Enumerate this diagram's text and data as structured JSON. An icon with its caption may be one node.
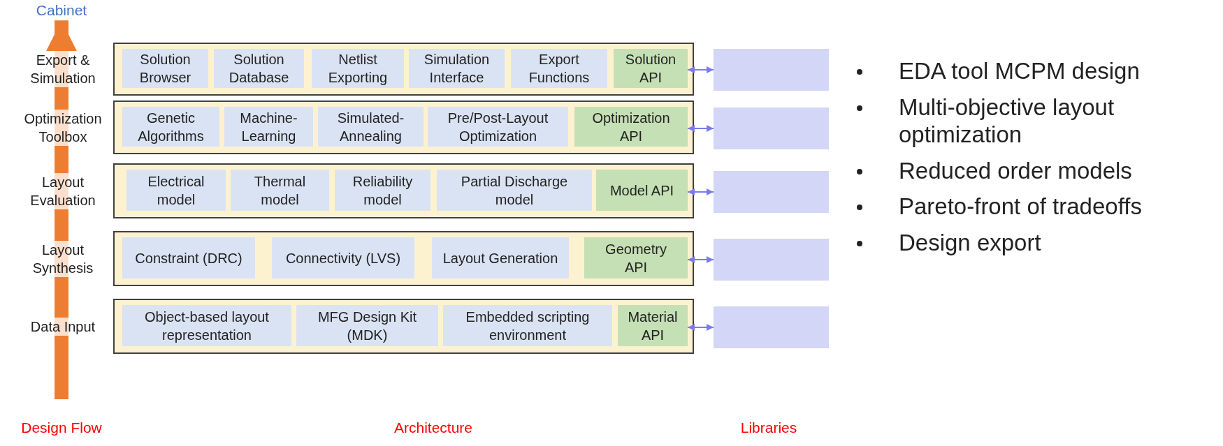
{
  "diagram": {
    "nodes": [
      {
        "text": [
          "Cabinet"
        ]
      },
      {
        "text": [
          "Export & Simulation"
        ]
      },
      {
        "text": [
          "Solution Browser"
        ],
        "in": 1
      },
      {
        "text": [
          "Solution Database"
        ],
        "in": 1
      },
      {
        "text": [
          "Netlist Exporting"
        ],
        "in": 1
      },
      {
        "text": [
          "Simulation Interface"
        ],
        "in": 1
      },
      {
        "text": [
          "Export Functions"
        ],
        "in": 1
      },
      {
        "text": [
          "Solution API"
        ],
        "in": 1
      },
      {
        "text": [],
        "shape": "box"
      },
      {
        "text": [
          "Optimization Toolbox"
        ]
      },
      {
        "text": [
          "Genetic Algorithms"
        ],
        "in": 9
      },
      {
        "text": [
          "Machine-Learning"
        ],
        "in": 9
      },
      {
        "text": [
          "Simulated-Annealing"
        ],
        "in": 9
      },
      {
        "text": [
          "Pre/Post-Layout Optimization"
        ],
        "in": 9
      },
      {
        "text": [
          "Optimization API"
        ],
        "in": 9
      },
      {
        "text": [],
        "shape": "box"
      },
      {
        "text": [
          "Layout Evaluation"
        ]
      },
      {
        "text": [
          "Electrical model"
        ],
        "in": 16
      },
      {
        "text": [
          "Thermal model"
        ],
        "in": 16
      },
      {
        "text": [
          "Reliability model"
        ],
        "in": 16
      },
      {
        "text": [
          "Partial Discharge model"
        ],
        "in": 16
      },
      {
        "text": [
          "Model API"
        ],
        "in": 16
      },
      {
        "text": [],
        "shape": "box"
      },
      {
        "text": [
          "Layout Synthesis"
        ]
      },
      {
        "text": [
          "Constraint (DRC)"
        ],
        "in": 23
      },
      {
        "text": [
          "Connectivity (LVS)"
        ],
        "in": 23
      },
      {
        "text": [
          "Layout Generation"
        ],
        "in": 23
      },
      {
        "text": [
          "Geometry API"
        ],
        "in": 23
      },
      {
        "text": [],
        "shape": "box"
      },
      {
        "text": [
          "Data Input"
        ]
      },
      {
        "text": [
          "Object-based layout representation"
        ],
        "in": 29
      },
      {
        "text": [
          "MFG Design Kit (MDK)"
        ],
        "in": 29
      },
      {
        "text": [
          "Embedded scripting environment"
        ],
        "in": 29
      },
      {
        "text": [
          "Material API"
        ],
        "in": 29
      },
      {
        "text": [],
        "shape": "box"
      }
    ],
    "edges": [
      {
        "from": null,
        "to": 0,
        "arrow": "to",
        "style": "thick",
        "color": "#ed7d31"
      },
      {
        "from": 7,
        "to": 8,
        "arrow": "both"
      },
      {
        "from": 14,
        "to": 15,
        "arrow": "both"
      },
      {
        "from": 21,
        "to": 22,
        "arrow": "both"
      },
      {
        "from": 27,
        "to": 28,
        "arrow": "both"
      },
      {
        "from": 33,
        "to": 34,
        "arrow": "both"
      }
    ],
    "labels": [
      "Design Flow",
      "Architecture",
      "Libraries",
      "EDA tool MCPM design",
      "Multi-objective layout optimization",
      "Reduced order models",
      "Pareto-front of tradeoffs",
      "Design export"
    ]
  }
}
